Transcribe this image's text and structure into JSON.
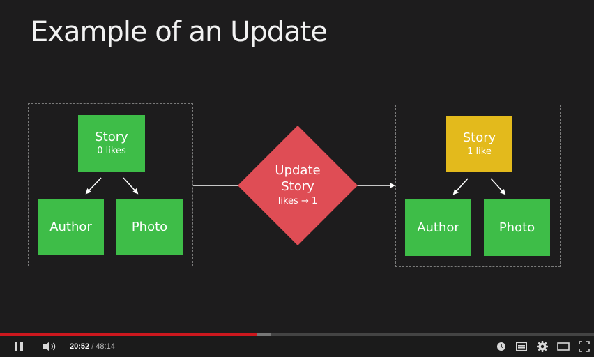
{
  "slide": {
    "title": "Example of an Update",
    "before": {
      "story": {
        "name": "Story",
        "likes": "0 likes"
      },
      "author": "Author",
      "photo": "Photo"
    },
    "update": {
      "line1": "Update",
      "line2": "Story",
      "detail": "likes → 1"
    },
    "after": {
      "story": {
        "name": "Story",
        "likes": "1 like"
      },
      "author": "Author",
      "photo": "Photo"
    },
    "colors": {
      "background": "#1d1c1d",
      "node_green": "#3ebd48",
      "node_yellow": "#e3ba1c",
      "diamond_red": "#df4d55"
    }
  },
  "player": {
    "current_time": "20:52",
    "separator": " / ",
    "duration": "48:14",
    "progress_played_fraction": 0.4326,
    "progress_buffered_fraction": 0.455,
    "icons": {
      "play_pause": "pause-icon",
      "volume": "volume-icon",
      "watch_later": "clock-icon",
      "captions": "captions-icon",
      "settings": "gear-icon",
      "theater": "theater-mode-icon",
      "fullscreen": "fullscreen-icon"
    },
    "colors": {
      "played": "#cc181e",
      "buffered": "#777777",
      "track": "#444444"
    }
  }
}
